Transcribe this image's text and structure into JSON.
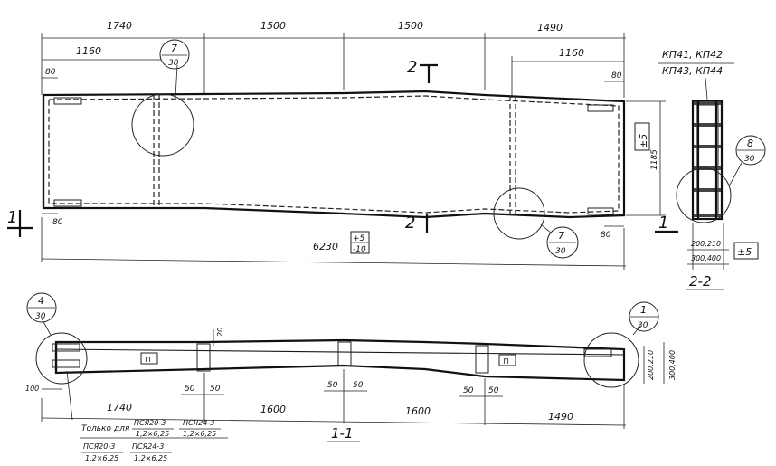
{
  "plan": {
    "top_dims": [
      "1740",
      "1500",
      "1500",
      "1490"
    ],
    "left_sub_dim": "1160",
    "right_sub_dim": "1160",
    "edge_80_tl": "80",
    "edge_80_bl": "80",
    "edge_80_tr": "80",
    "edge_80_br": "80",
    "total_length": "6230",
    "total_tol_top": "+5",
    "total_tol_bottom": "-10",
    "width_dim": "1185",
    "width_tol": "±5",
    "section_mark": "2",
    "section_mark_left": "1"
  },
  "callouts": [
    {
      "num": "7",
      "sheet": "30"
    },
    {
      "num": "7",
      "sheet": "30"
    },
    {
      "num": "8",
      "sheet": "30"
    },
    {
      "num": "4",
      "sheet": "30"
    },
    {
      "num": "1",
      "sheet": "30"
    }
  ],
  "section22": {
    "title_top": "КП41, КП42",
    "title_bottom": "КП43, КП44",
    "dim_a": "200,210",
    "dim_b": "300,400",
    "tol": "±5",
    "label": "2-2"
  },
  "elevation": {
    "dims": [
      "1740",
      "1600",
      "1600",
      "1490"
    ],
    "dim_20": "20",
    "dim_100": "100",
    "gaps": [
      "50",
      "50",
      "50",
      "50",
      "50",
      "50"
    ],
    "right_dim_a": "200,210",
    "right_dim_b": "300,400",
    "section_label": "1-1"
  },
  "note": {
    "prefix": "Только для",
    "item1_top": "ПСЯ20-3",
    "item1_bottom": "1,2×6,25",
    "item2_top": "ПСЯ24-3",
    "item2_bottom": "1,2×6,25",
    "item3_top": "ПСЯ20-3",
    "item3_bottom": "1,2×6,25",
    "item4_top": "ПСЯ24-3",
    "item4_bottom": "1,2×6,25"
  }
}
